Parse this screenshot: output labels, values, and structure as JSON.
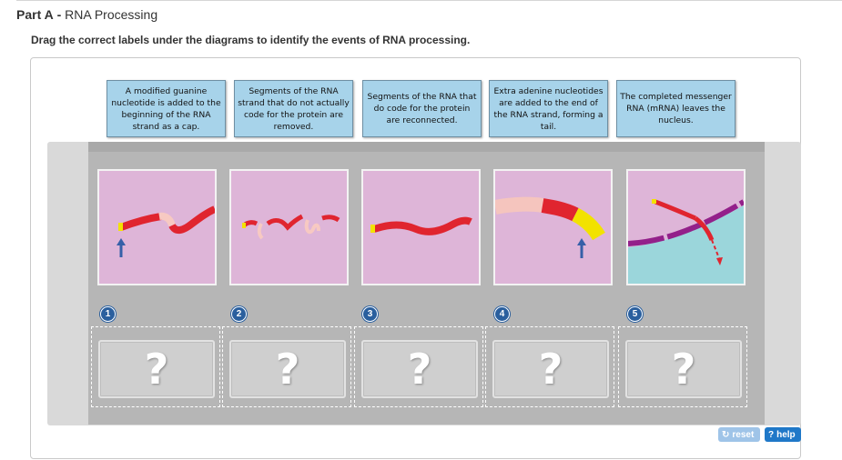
{
  "header": {
    "part_label": "Part A",
    "separator": "-",
    "part_name": "RNA Processing"
  },
  "instructions": "Drag the correct labels under the diagrams to identify the events of RNA processing.",
  "labels": [
    {
      "text": "A modified guanine nucleotide is added to the beginning of the RNA strand as a cap."
    },
    {
      "text": "Segments of the RNA strand that do not actually code for the protein are removed."
    },
    {
      "text": "Segments of the RNA that do code for the protein are reconnected."
    },
    {
      "text": "Extra adenine nucleotides are added to the end of the RNA strand, forming a tail."
    },
    {
      "text": "The completed messenger RNA (mRNA) leaves the nucleus."
    }
  ],
  "steps": [
    {
      "number": "1",
      "placeholder": "?"
    },
    {
      "number": "2",
      "placeholder": "?"
    },
    {
      "number": "3",
      "placeholder": "?"
    },
    {
      "number": "4",
      "placeholder": "?"
    },
    {
      "number": "5",
      "placeholder": "?"
    }
  ],
  "buttons": {
    "reset_label": "reset",
    "reset_icon": "refresh-icon",
    "help_icon_glyph": "?",
    "help_label": "help"
  },
  "colors": {
    "label_bg": "#a7d3ea",
    "diagram_bg": "#deb5d8",
    "rna": "#e0252f",
    "intron": "#f7c9c2",
    "cap": "#f2e200",
    "cytoplasm": "#9bd6db",
    "membrane": "#93208a",
    "arrow": "#3660a8",
    "badge": "#2a5f9e",
    "help_button": "#1f78c8"
  }
}
